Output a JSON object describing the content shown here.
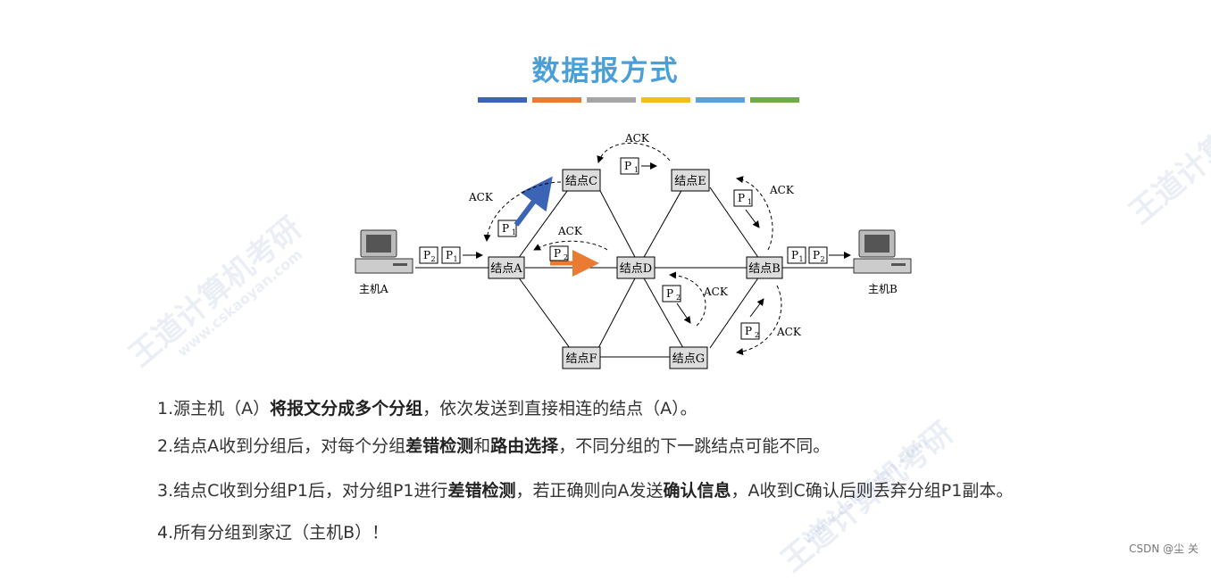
{
  "title": "数据报方式",
  "color_bar": [
    "#3b63b6",
    "#e97c32",
    "#a5a5a5",
    "#f2bf1a",
    "#5aa1da",
    "#71ad47"
  ],
  "diagram": {
    "host_a": "主机A",
    "host_b": "主机B",
    "nodes": {
      "A": "结点A",
      "B": "结点B",
      "C": "结点C",
      "D": "结点D",
      "E": "结点E",
      "F": "结点F",
      "G": "结点G"
    },
    "ack": "ACK",
    "packet_p": "P"
  },
  "steps": [
    {
      "parts": [
        {
          "t": "1.源主机（A）"
        },
        {
          "t": "将报文分成多个分组",
          "b": true
        },
        {
          "t": "，依次发送到直接相连的结点（A）。"
        }
      ]
    },
    {
      "parts": [
        {
          "t": "2.结点A收到分组后，对每个分组"
        },
        {
          "t": "差错检测",
          "b": true
        },
        {
          "t": "和"
        },
        {
          "t": "路由选择",
          "b": true
        },
        {
          "t": "，不同分组的下一跳结点可能不同。"
        }
      ]
    },
    {
      "parts": [
        {
          "t": "3.结点C收到分组P1后，对分组P1进行"
        },
        {
          "t": "差错检测",
          "b": true
        },
        {
          "t": "，若正确则向A发送"
        },
        {
          "t": "确认信息",
          "b": true
        },
        {
          "t": "，A收到C确认后则丢弃分组P1副本。"
        }
      ]
    },
    {
      "parts": [
        {
          "t": "4.所有分组到家辽（主机B）！"
        }
      ]
    }
  ],
  "watermarks": [
    "王道计算机考研",
    "www.cskaoyan.com"
  ],
  "footer": "CSDN @尘 关"
}
